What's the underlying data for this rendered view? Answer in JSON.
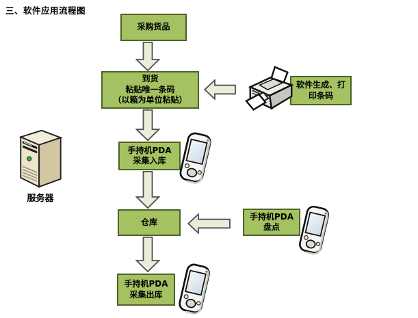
{
  "title": "三、软件应用流程图",
  "colors": {
    "node_fill": "#a5c262",
    "node_border": "#4f6228",
    "arrow_fill": "#e9edd9",
    "arrow_border": "#4f4f4f",
    "server_body": "#ece4cb",
    "led_green": "#3fa04d",
    "pda_screen": "#dde6ee"
  },
  "flow": {
    "purchase": {
      "label": "采购货品"
    },
    "arrival": {
      "line1": "到货",
      "line2": "粘贴唯一条码",
      "line3": "（以箱为单位粘贴）"
    },
    "print_barcode": {
      "line1": "软件生成、打",
      "line2": "印条码",
      "icon": "printer-icon"
    },
    "pda_inbound": {
      "line1": "手持机PDA",
      "line2": "采集入库",
      "icon": "pda-icon"
    },
    "warehouse": {
      "label": "仓库"
    },
    "pda_stocktake": {
      "line1": "手持机PDA",
      "line2": "盘点",
      "icon": "pda-icon"
    },
    "pda_outbound": {
      "line1": "手持机PDA",
      "line2": "采集出库",
      "icon": "pda-icon"
    }
  },
  "server": {
    "label": "服务器",
    "icon": "server-icon"
  }
}
